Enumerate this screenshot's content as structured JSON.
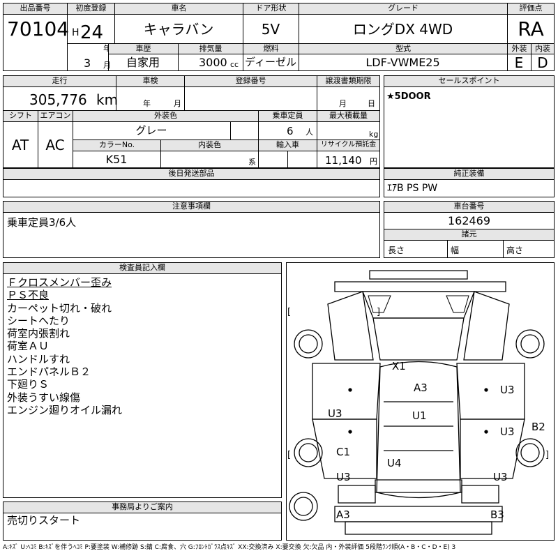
{
  "header": {
    "lot_label": "出品番号",
    "lot": "70104",
    "reg_label": "初度登録",
    "era": "H",
    "year": "24",
    "year_unit": "年",
    "month": "3",
    "month_unit": "月",
    "name_label": "車名",
    "name": "キャラバン",
    "door_label": "ドア形状",
    "door": "5V",
    "grade_label": "グレード",
    "grade": "ロングDX 4WD",
    "score_label": "評価点",
    "score": "RA",
    "history_label": "車歴",
    "history": "自家用",
    "disp_label": "排気量",
    "disp": "3000",
    "disp_unit": "cc",
    "fuel_label": "燃料",
    "fuel": "ディーゼル",
    "model_label": "型式",
    "model": "LDF-VWME25",
    "ext_label": "外装",
    "ext": "E",
    "int_label": "内装",
    "int": "D"
  },
  "info": {
    "mileage_label": "走行",
    "mileage": "305,776",
    "mileage_unit": "km",
    "inspection_label": "車検",
    "insp_year_unit": "年",
    "insp_month_unit": "月",
    "regno_label": "登録番号",
    "transfer_label": "譲渡書類期限",
    "transfer_month_unit": "月",
    "transfer_day_unit": "日",
    "shift_label": "シフト",
    "shift": "AT",
    "ac_label": "エアコン",
    "ac": "AC",
    "color_label": "外装色",
    "color": "グレー",
    "capacity_label": "乗車定員",
    "capacity": "6",
    "capacity_unit": "人",
    "load_label": "最大積載量",
    "load_unit": "kg",
    "color_no_label": "カラーNo.",
    "color_no": "K51",
    "interior_label": "内装色",
    "interior_suffix": "系",
    "import_label": "輸入車",
    "recycle_label": "リサイクル預託金",
    "recycle": "11,140",
    "recycle_unit": "円",
    "parts_label": "後日発送部品"
  },
  "selling": {
    "label": "セールスポイント",
    "text": "★5DOOR"
  },
  "equipment": {
    "label": "純正装備",
    "text": "ｴｱB PS PW"
  },
  "caution": {
    "label": "注意事項欄",
    "text": "乗車定員3/6人"
  },
  "chassis": {
    "label": "車台番号",
    "number": "162469",
    "dims_label": "諸元",
    "length": "長さ",
    "width": "幅",
    "height": "高さ"
  },
  "inspector": {
    "label": "検査員記入欄",
    "lines": [
      "Ｆクロスメンバー歪み",
      "ＰＳ不良",
      "カーペット切れ・破れ",
      "シートへたり",
      "荷室内張割れ",
      "荷室ＡＵ",
      "ハンドルすれ",
      "エンドパネルＢ２",
      "下廻りＳ",
      "外装うすい線傷",
      "エンジン廻りオイル漏れ"
    ]
  },
  "office": {
    "label": "事務局よりご案内",
    "text": "売切りスタート"
  },
  "diagram": {
    "marks": [
      "X1",
      "A3",
      "U3",
      "U3",
      "U1",
      "B2",
      "U3",
      "C1",
      "U4",
      "U3",
      "U3",
      "A3",
      "B3"
    ],
    "brackets": [
      "[",
      "]",
      "[",
      "]"
    ]
  },
  "footer": "A:ｷｽﾞ U:ﾍｺﾐ B:ｷｽﾞを伴うﾍｺﾐ P:要塗装 W:補修跡 S:錆 C:腐食、穴 G:ﾌﾛﾝﾄｶﾞﾗｽ点ｷｽﾞ XX:交換済み X:要交換 欠:欠品 内・外装評価 5段階ﾗﾝｸ順(A・B・C・D・E) 3"
}
